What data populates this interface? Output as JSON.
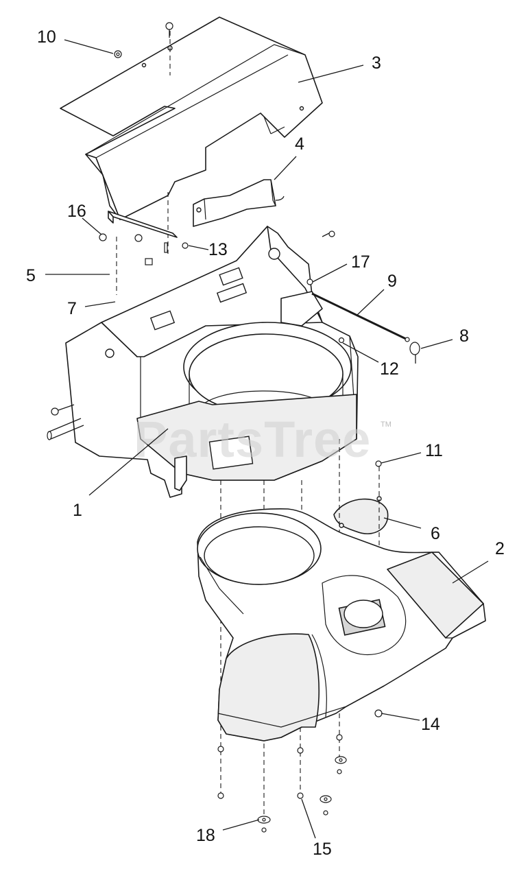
{
  "watermark": {
    "text": "PartsTree",
    "trademark": "TM"
  },
  "callouts": {
    "c1": "1",
    "c2": "2",
    "c3": "3",
    "c4": "4",
    "c5": "5",
    "c6": "6",
    "c7": "7",
    "c8": "8",
    "c9": "9",
    "c10": "10",
    "c11": "11",
    "c12": "12",
    "c13": "13",
    "c14": "14",
    "c15": "15",
    "c16": "16",
    "c17": "17",
    "c18": "18"
  }
}
